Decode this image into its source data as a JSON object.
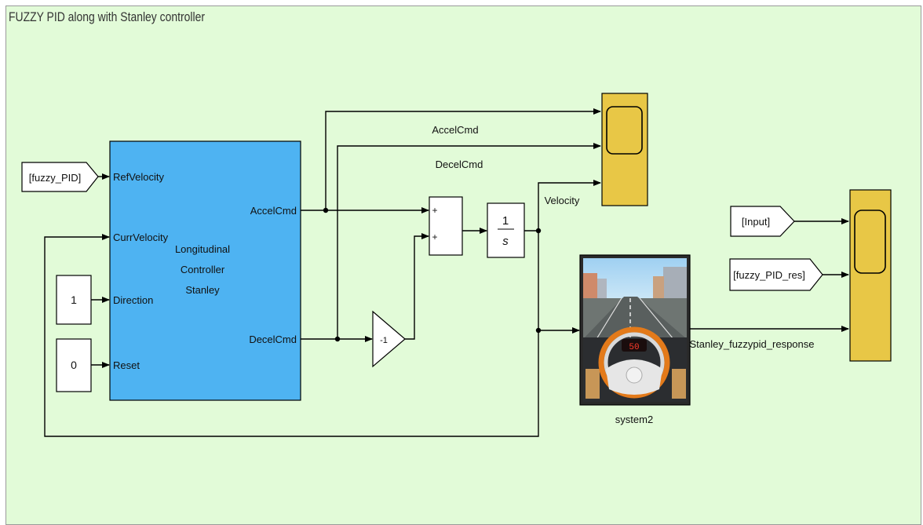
{
  "area": {
    "title": "FUZZY PID along with Stanley controller"
  },
  "blocks": {
    "from_fuzzy_pid": "[fuzzy_PID]",
    "const_one": "1",
    "const_zero": "0",
    "controller": {
      "title_lines": [
        "Longitudinal",
        "Controller",
        "Stanley"
      ],
      "inputs": [
        "RefVelocity",
        "CurrVelocity",
        "Direction",
        "Reset"
      ],
      "outputs": [
        "AccelCmd",
        "DecelCmd"
      ]
    },
    "gain": "-1",
    "sum_signs": [
      "+",
      "+"
    ],
    "integrator": {
      "numerator": "1",
      "denominator": "s"
    },
    "vehicle": {
      "name": "system2",
      "speed_display": "50"
    },
    "from_input": "[Input]",
    "from_fuzzy_pid_res": "[fuzzy_PID_res]"
  },
  "signals": {
    "accel": "AccelCmd",
    "decel": "DecelCmd",
    "velocity": "Velocity",
    "response": "Stanley_fuzzypid_response"
  },
  "colors": {
    "background": "#e2fbd8",
    "controller_fill": "#4eb3f2",
    "scope_fill": "#e8c746",
    "line": "#000000"
  }
}
